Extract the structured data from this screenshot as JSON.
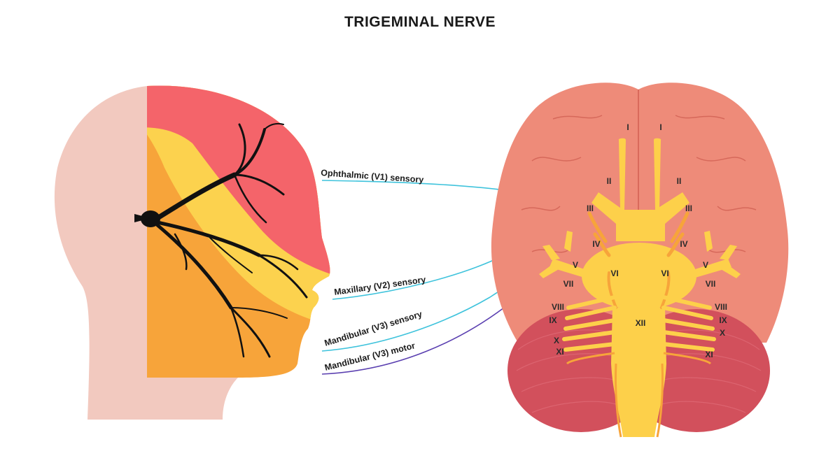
{
  "title": "TRIGEMINAL NERVE",
  "colors": {
    "ophthalmic_zone": "#f4646a",
    "maxillary_zone": "#fcd24e",
    "mandibular_zone": "#f7a43a",
    "skin": "#f2c9bf",
    "brain": "#ee8b79",
    "cerebellum": "#d2505c",
    "nerve": "#fdd04a",
    "sensory_line": "#3fc3dc",
    "motor_line": "#5a3fb0"
  },
  "branches": [
    {
      "label": "Ophthalmic (V1) sensory"
    },
    {
      "label": "Maxillary (V2) sensory"
    },
    {
      "label": "Mandibular (V3) sensory"
    },
    {
      "label": "Mandibular (V3) motor"
    }
  ],
  "cranial_nerves": {
    "left": [
      "I",
      "II",
      "III",
      "IV",
      "V",
      "VI",
      "VII",
      "VIII",
      "IX",
      "X",
      "XI"
    ],
    "right": [
      "I",
      "II",
      "III",
      "IV",
      "V",
      "VI",
      "VII",
      "VIII",
      "IX",
      "X",
      "XI"
    ],
    "center": "XII"
  }
}
